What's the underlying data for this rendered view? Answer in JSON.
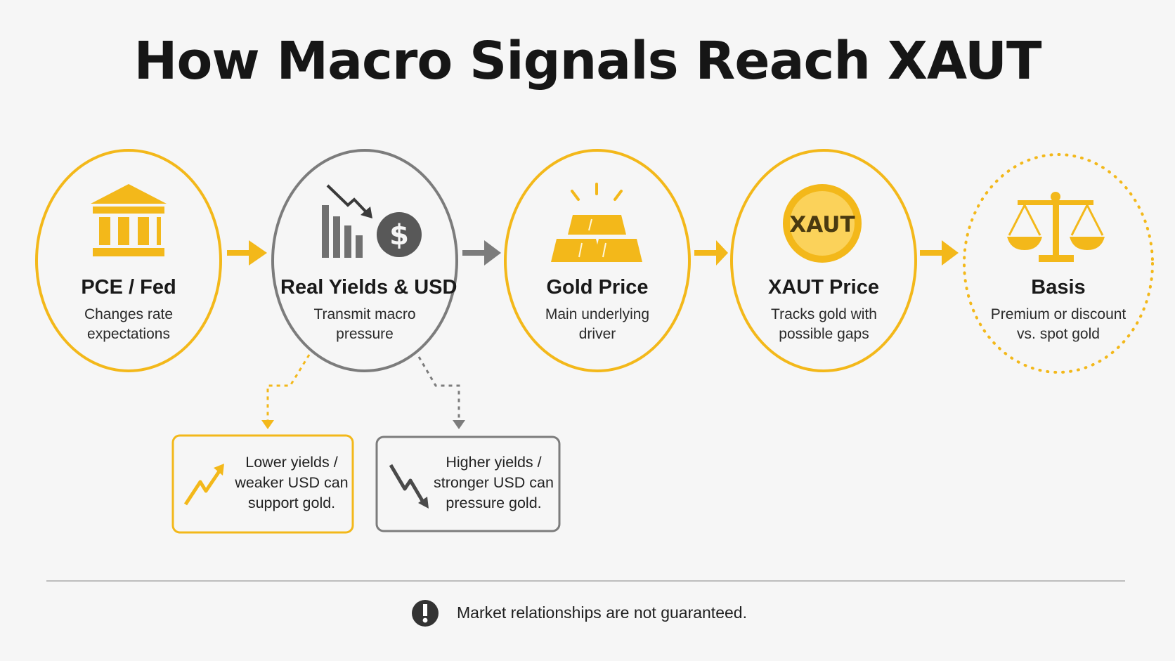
{
  "title": "How Macro Signals Reach XAUT",
  "colors": {
    "accent": "#F3B81A",
    "gray": "#7c7c7c",
    "icon_dark": "#3a3a3a",
    "background": "#f6f6f6"
  },
  "nodes": [
    {
      "title": "PCE / Fed",
      "desc": "Changes rate expectations",
      "icon": "bank-icon",
      "style": "accent-solid"
    },
    {
      "title": "Real Yields & USD",
      "desc": "Transmit macro pressure",
      "icon": "falling-chart-dollar-icon",
      "style": "gray-solid"
    },
    {
      "title": "Gold Price",
      "desc": "Main underlying driver",
      "icon": "gold-bars-icon",
      "style": "accent-solid"
    },
    {
      "title": "XAUT Price",
      "desc": "Tracks gold with possible gaps",
      "icon": "xaut-coin-icon",
      "coin_label": "XAUT",
      "style": "accent-solid"
    },
    {
      "title": "Basis",
      "desc": "Premium or discount vs. spot gold",
      "icon": "balance-scale-icon",
      "style": "accent-dotted"
    }
  ],
  "effects": [
    {
      "text": "Lower yields /\nweaker USD can\nsupport gold.",
      "icon": "trend-up-icon",
      "style": "accent"
    },
    {
      "text": "Higher yields /\nstronger USD can\npressure gold.",
      "icon": "trend-down-icon",
      "style": "gray"
    }
  ],
  "footnote": {
    "text": "Market relationships are not guaranteed.",
    "icon": "alert-icon"
  }
}
